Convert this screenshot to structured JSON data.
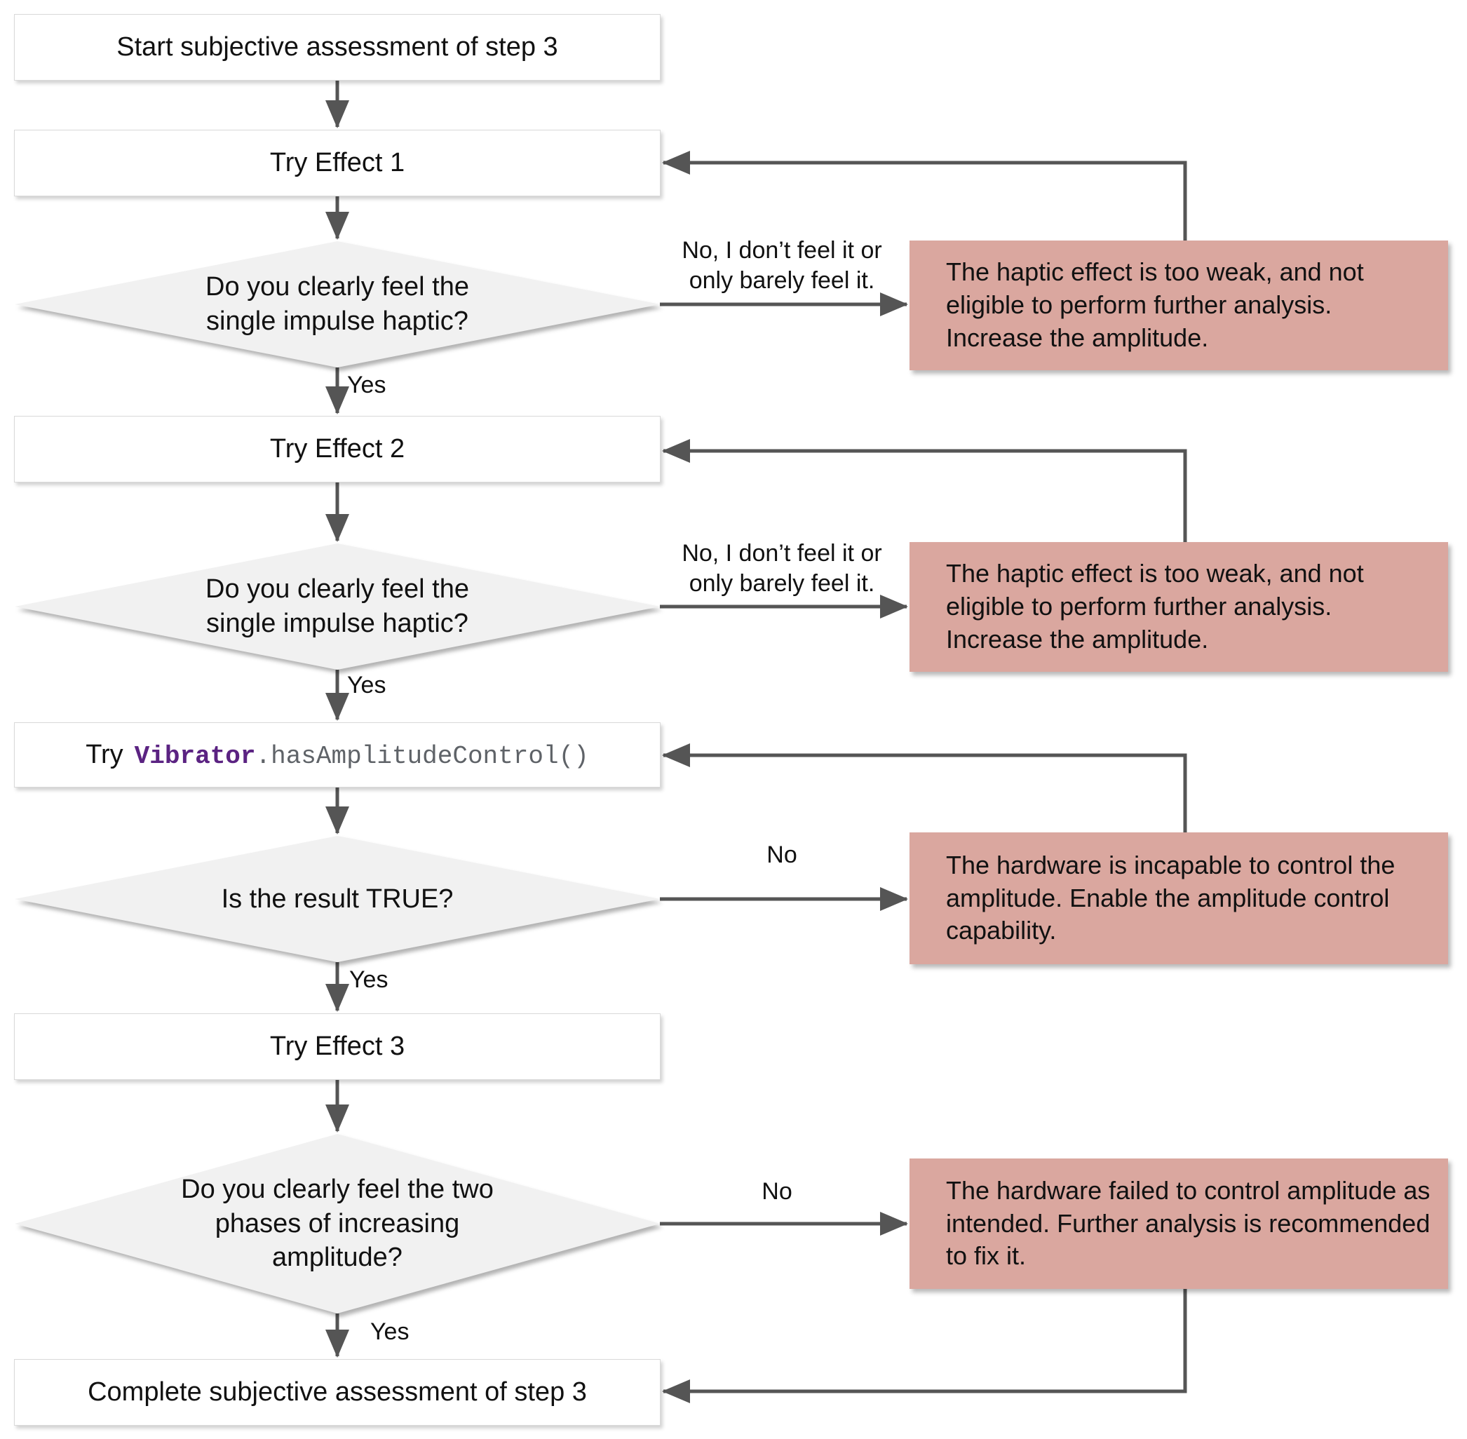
{
  "flow": {
    "start": "Start subjective assessment of step 3",
    "try_effect_1": "Try Effect 1",
    "question_single_impulse": "Do you clearly feel the\nsingle impulse haptic?",
    "try_effect_2": "Try Effect 2",
    "code_prefix": "Try",
    "code_class": "Vibrator",
    "code_method": ".hasAmplitudeControl()",
    "question_result_true": "Is the result TRUE?",
    "try_effect_3": "Try Effect 3",
    "question_two_phases": "Do you clearly feel the two\nphases of increasing\namplitude?",
    "complete": "Complete subjective assessment of step 3"
  },
  "branch_labels": {
    "yes": "Yes",
    "no": "No",
    "no_weak": "No, I don’t feel it or\nonly barely feel it."
  },
  "warnings": {
    "too_weak": "The haptic effect is too weak, and not\neligible to perform further analysis.\nIncrease the amplitude.",
    "incapable": "The hardware is incapable to control the\namplitude. Enable the amplitude control\ncapability.",
    "failed": "The hardware failed to control amplitude as\nintended. Further analysis is recommended\nto fix it."
  },
  "colors": {
    "warning_fill": "#daa79f",
    "node_fill": "#ffffff",
    "decision_fill": "#f1f1f1",
    "connector": "#555555",
    "code_class_color": "#5b2382",
    "code_method_color": "#5f6368"
  }
}
